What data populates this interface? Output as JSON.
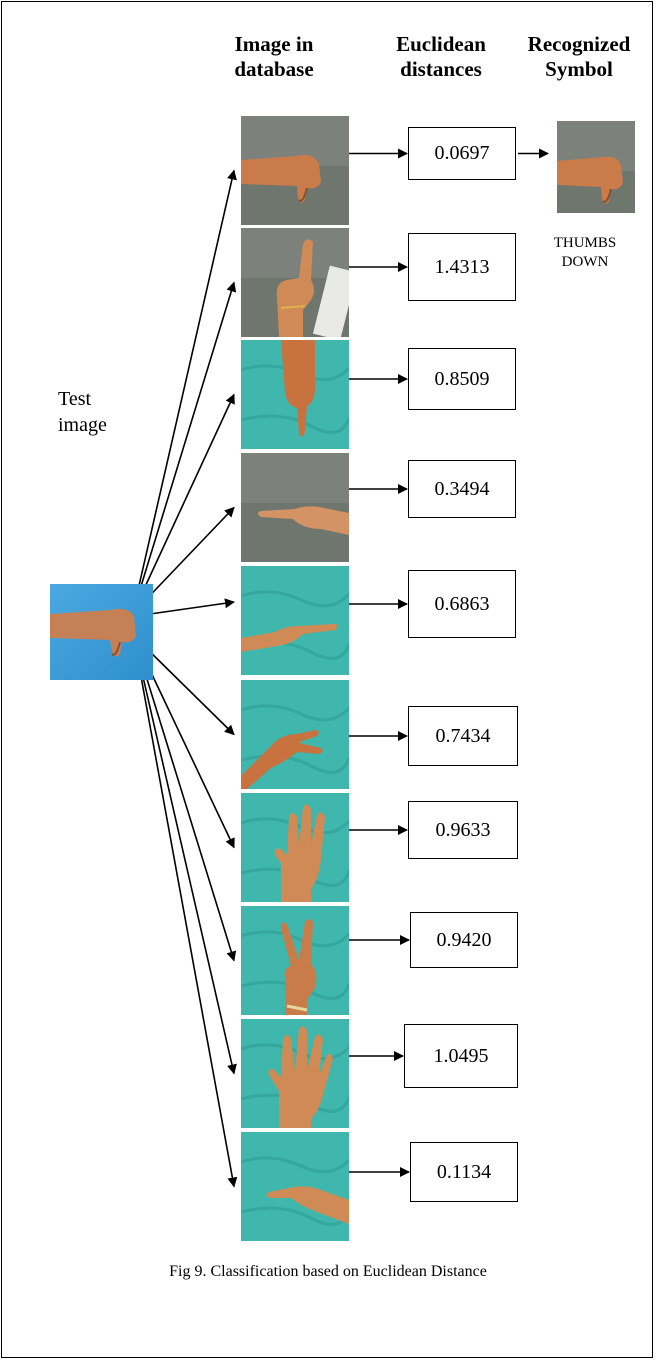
{
  "headers": {
    "database": "Image in database",
    "distances": "Euclidean distances",
    "recognized": "Recognized Symbol"
  },
  "test_image": {
    "label": "Test image",
    "icon": "thumbs-down-hand-photo"
  },
  "database_images": [
    {
      "icon": "thumbs-down-hand-photo",
      "distance": "0.0697"
    },
    {
      "icon": "index-finger-up-hand-photo",
      "distance": "1.4313"
    },
    {
      "icon": "index-finger-down-hand-photo",
      "distance": "0.8509"
    },
    {
      "icon": "pointing-left-hand-photo",
      "distance": "0.3494"
    },
    {
      "icon": "pointing-right-hand-photo",
      "distance": "0.6863"
    },
    {
      "icon": "pinch-open-hand-photo",
      "distance": "0.7434"
    },
    {
      "icon": "three-fingers-hand-photo",
      "distance": "0.9633"
    },
    {
      "icon": "two-fingers-hand-photo",
      "distance": "0.9420"
    },
    {
      "icon": "four-fingers-hand-photo",
      "distance": "1.0495"
    },
    {
      "icon": "pinch-closed-hand-photo",
      "distance": "0.1134"
    }
  ],
  "recognized_symbol": {
    "label": "THUMBS DOWN",
    "icon": "thumbs-down-hand-photo"
  },
  "caption": "Fig 9. Classification based on Euclidean Distance",
  "colors": {
    "grey_background": "#6f766e",
    "teal_background": "#3fb7ad",
    "blue_background": "#3d9fd9",
    "skin": "#c97b4a"
  }
}
